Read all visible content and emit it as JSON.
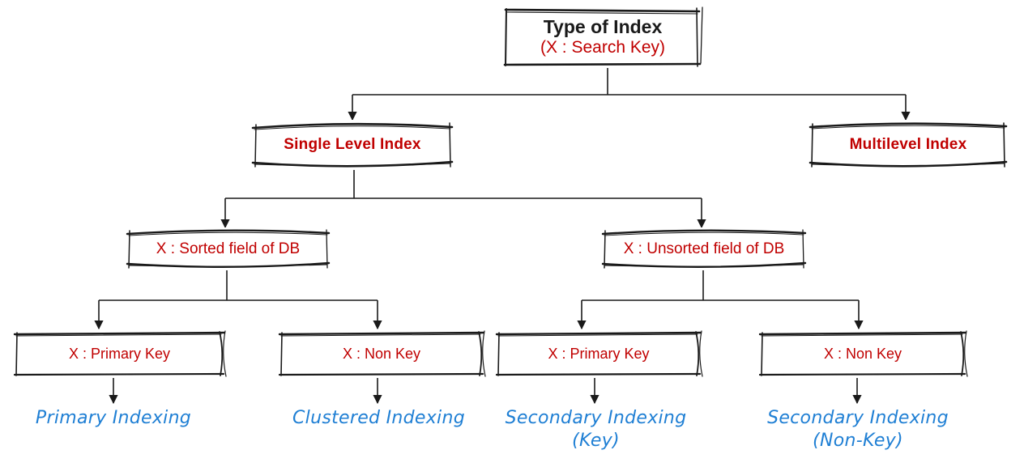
{
  "diagram": {
    "title": "Type of Index",
    "accent_red": "#c00000",
    "accent_blue": "#1f7fd4",
    "ink": "#1a1a1a",
    "background": "#ffffff"
  },
  "nodes": {
    "root": {
      "line1": "Type of Index",
      "line2": "(X : Search Key)"
    },
    "level1": [
      {
        "label": "Single Level Index"
      },
      {
        "label": "Multilevel Index"
      }
    ],
    "level2": [
      {
        "label": "X : Sorted field of DB"
      },
      {
        "label": "X : Unsorted field of DB"
      }
    ],
    "level3": [
      {
        "label": "X : Primary Key"
      },
      {
        "label": "X : Non Key"
      },
      {
        "label": "X : Primary Key"
      },
      {
        "label": "X : Non Key"
      }
    ]
  },
  "leaves": [
    {
      "text": "Primary Indexing"
    },
    {
      "text": "Clustered Indexing"
    },
    {
      "text": "Secondary Indexing\n(Key)"
    },
    {
      "text": "Secondary Indexing\n(Non-Key)"
    }
  ]
}
